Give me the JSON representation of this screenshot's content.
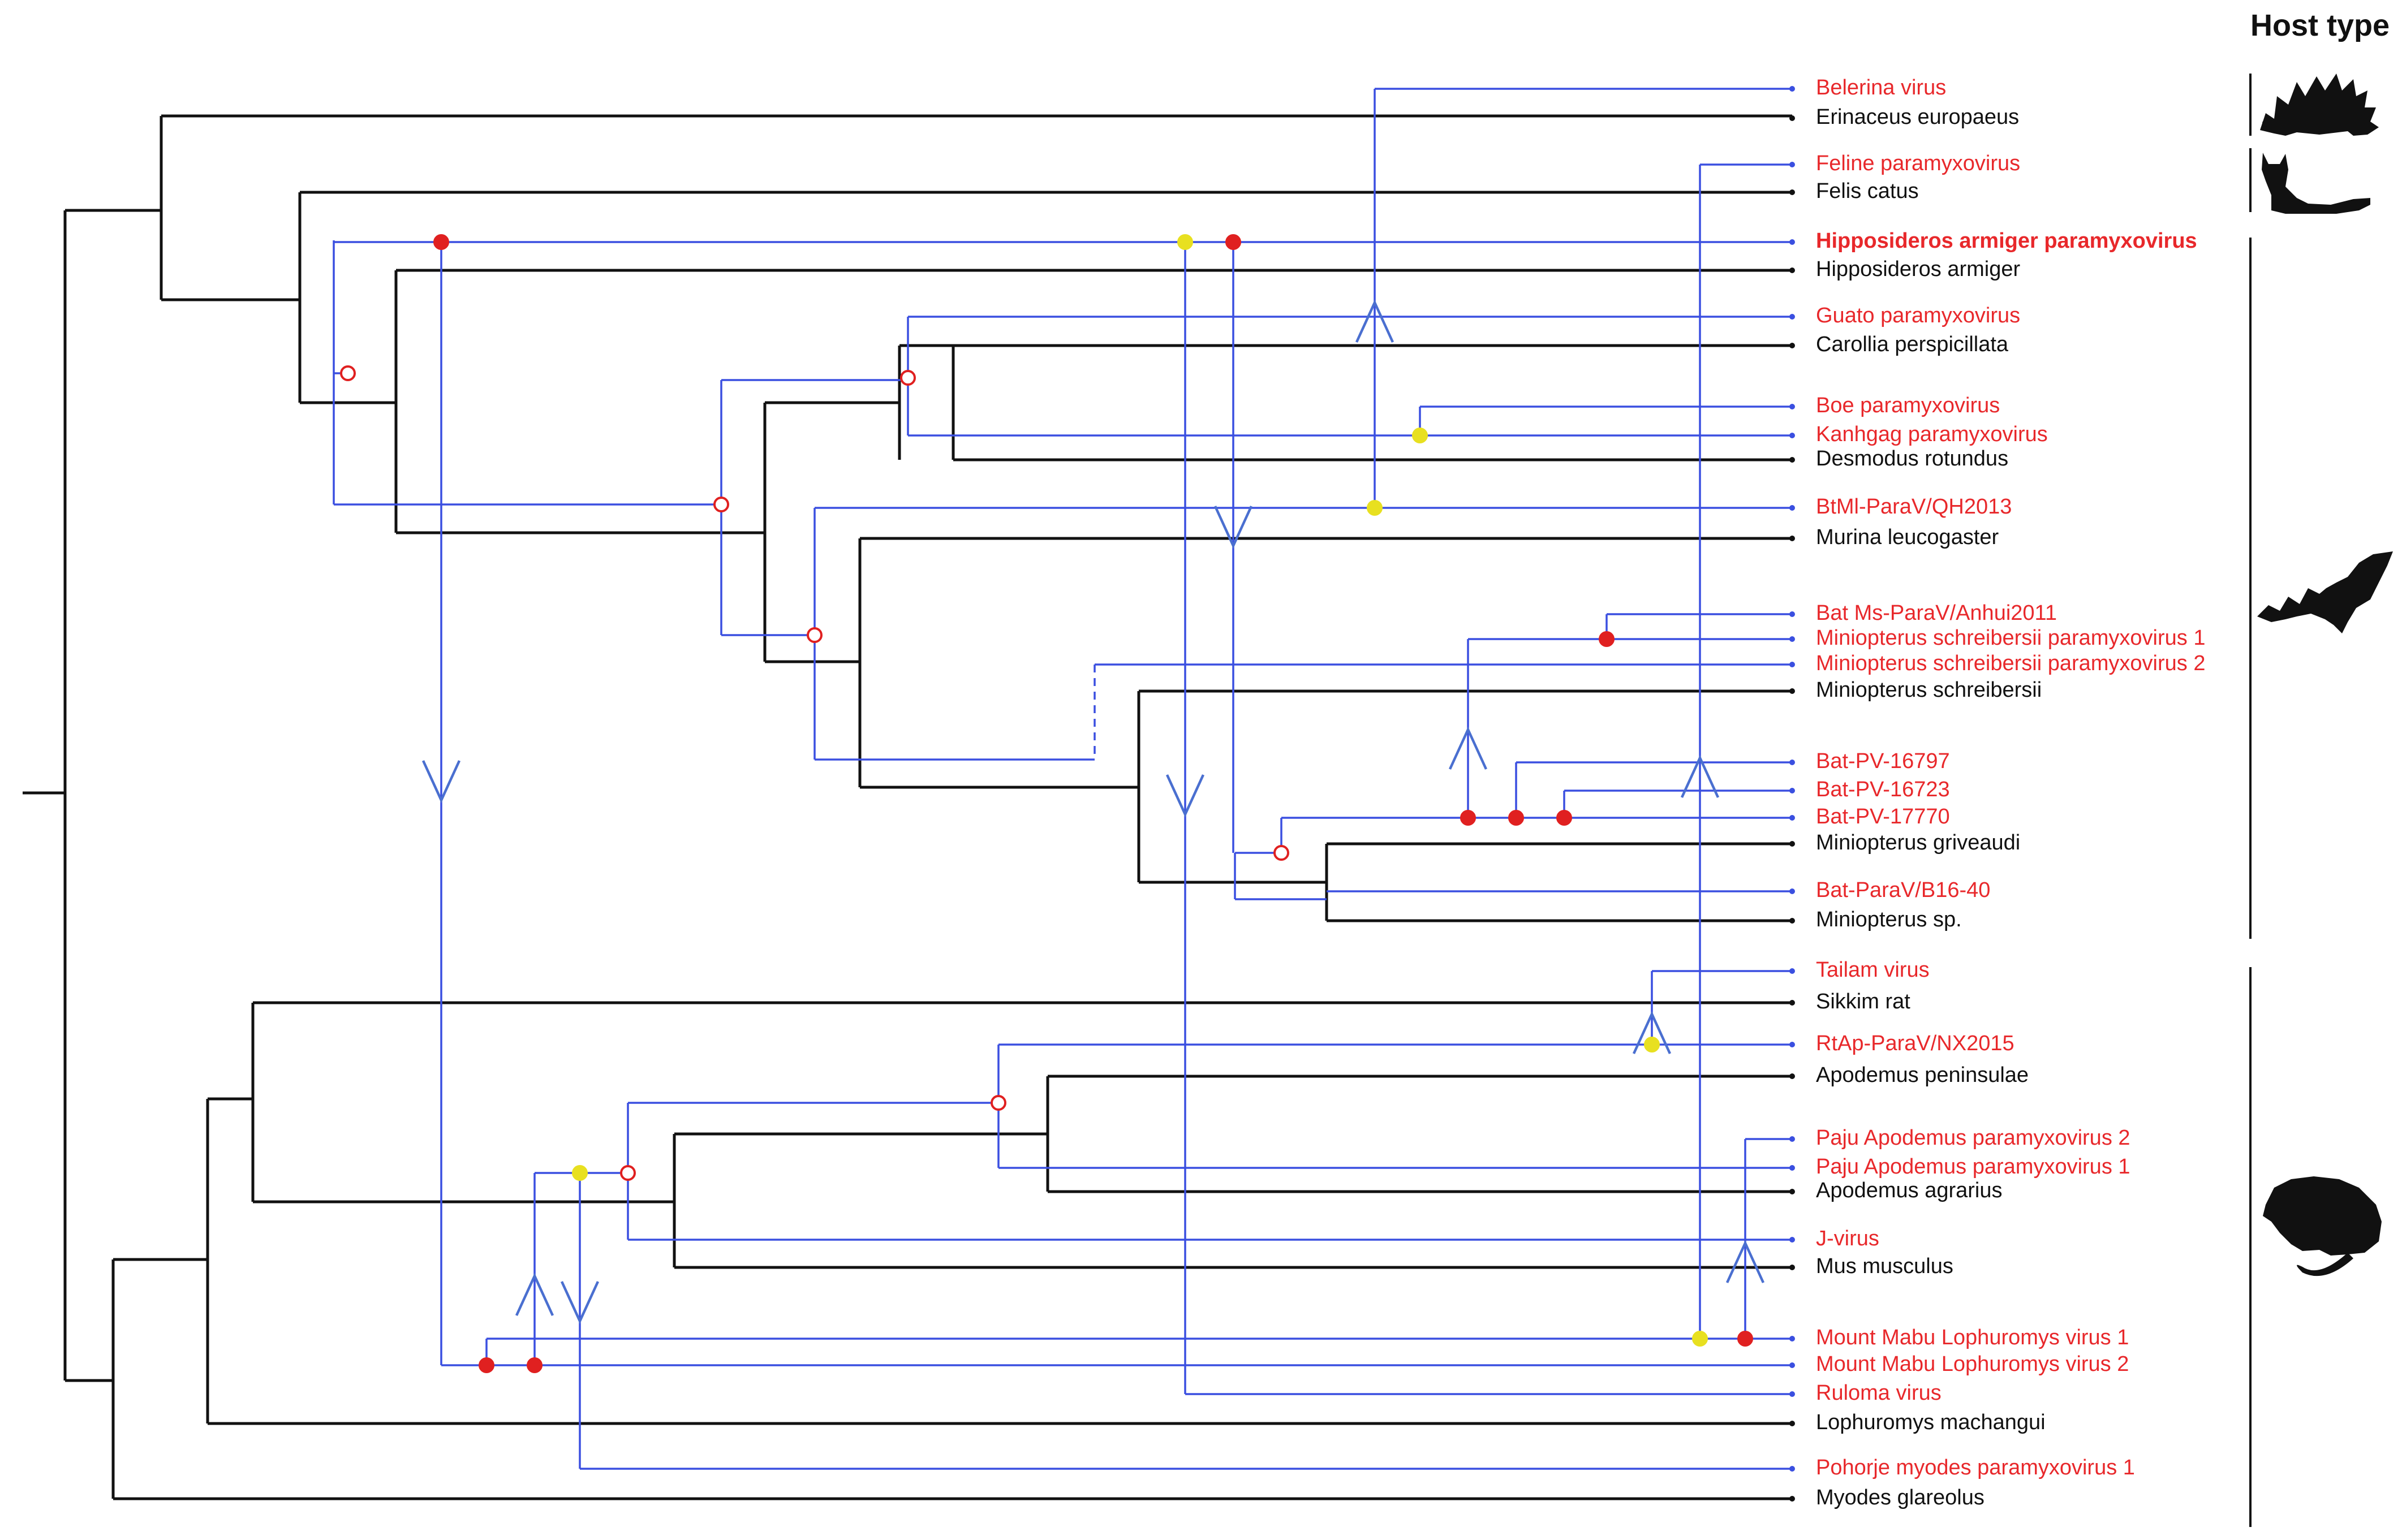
{
  "header": {
    "title": "Host type"
  },
  "host_groups": [
    {
      "name": "hedgehog-silhouette-icon"
    },
    {
      "name": "cat-silhouette-icon"
    },
    {
      "name": "bat-silhouette-icon"
    },
    {
      "name": "rodent-silhouette-icon"
    }
  ],
  "leaves": [
    {
      "text": "Belerina virus",
      "kind": "virus"
    },
    {
      "text": "Erinaceus europaeus",
      "kind": "host"
    },
    {
      "text": "Feline paramyxovirus",
      "kind": "virus"
    },
    {
      "text": "Felis catus",
      "kind": "host"
    },
    {
      "text": "Hipposideros armiger paramyxovirus",
      "kind": "virus",
      "bold": true
    },
    {
      "text": "Hipposideros armiger",
      "kind": "host"
    },
    {
      "text": "Guato paramyxovirus",
      "kind": "virus"
    },
    {
      "text": "Carollia perspicillata",
      "kind": "host"
    },
    {
      "text": "Boe paramyxovirus",
      "kind": "virus"
    },
    {
      "text": "Kanhgag paramyxovirus",
      "kind": "virus"
    },
    {
      "text": "Desmodus rotundus",
      "kind": "host"
    },
    {
      "text": "BtMl-ParaV/QH2013",
      "kind": "virus"
    },
    {
      "text": "Murina leucogaster",
      "kind": "host"
    },
    {
      "text": "Bat Ms-ParaV/Anhui2011",
      "kind": "virus"
    },
    {
      "text": "Miniopterus schreibersii paramyxovirus 1",
      "kind": "virus"
    },
    {
      "text": "Miniopterus schreibersii paramyxovirus 2",
      "kind": "virus"
    },
    {
      "text": "Miniopterus schreibersii",
      "kind": "host"
    },
    {
      "text": "Bat-PV-16797",
      "kind": "virus"
    },
    {
      "text": "Bat-PV-16723",
      "kind": "virus"
    },
    {
      "text": "Bat-PV-17770",
      "kind": "virus"
    },
    {
      "text": "Miniopterus griveaudi",
      "kind": "host"
    },
    {
      "text": "Bat-ParaV/B16-40",
      "kind": "virus"
    },
    {
      "text": "Miniopterus sp.",
      "kind": "host"
    },
    {
      "text": "Tailam virus",
      "kind": "virus"
    },
    {
      "text": "Sikkim rat",
      "kind": "host"
    },
    {
      "text": "RtAp-ParaV/NX2015",
      "kind": "virus"
    },
    {
      "text": "Apodemus peninsulae",
      "kind": "host"
    },
    {
      "text": "Paju Apodemus paramyxovirus 2",
      "kind": "virus"
    },
    {
      "text": "Paju Apodemus paramyxovirus 1",
      "kind": "virus"
    },
    {
      "text": "Apodemus agrarius",
      "kind": "host"
    },
    {
      "text": "J-virus",
      "kind": "virus"
    },
    {
      "text": "Mus musculus",
      "kind": "host"
    },
    {
      "text": "Mount Mabu Lophuromys virus 1",
      "kind": "virus"
    },
    {
      "text": "Mount Mabu Lophuromys virus 2",
      "kind": "virus"
    },
    {
      "text": "Ruloma virus",
      "kind": "virus"
    },
    {
      "text": "Lophuromys machangui",
      "kind": "host"
    },
    {
      "text": "Pohorje myodes paramyxovirus 1",
      "kind": "virus"
    },
    {
      "text": "Myodes glareolus",
      "kind": "host"
    }
  ],
  "event_legend_colors": {
    "host_tree": "#111111",
    "virus_tree": "#3a4fe0",
    "virus_label": "#e8282b",
    "cospeciation": "#ffffff",
    "duplication": "#e02020",
    "loss_or_switch": "#e8e020",
    "transfer_arrow": "#4a6fd0"
  }
}
